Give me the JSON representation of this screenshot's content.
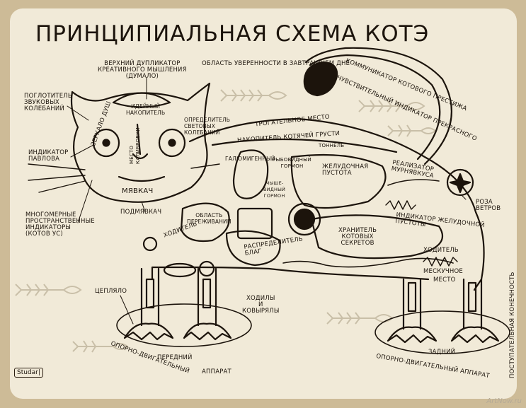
{
  "title": "ПРИНЦИПИАЛЬНАЯ СХЕМА КОТЭ",
  "signature": "Studar|",
  "watermark": "ArtNow.ru",
  "colors": {
    "background": "#e9dfc8",
    "paper": "#f1ead8",
    "ink": "#1c140c",
    "border": "#c9b896"
  },
  "labels": {
    "verkhniy_duplikator": "ВЕРХНИЙ ДУПЛИКАТОР\nКРЕАТИВНОГО МЫШЛЕНИЯ\n(ДУМАЛО)",
    "oblast_uverennosti": "ОБЛАСТЬ УВЕРЕННОСТИ В ЗАВТРАШНЕМ ДНЕ",
    "kommunikator": "КОММУНИКАТОР КОТОВОГО ПРЕСТИЖА",
    "chuvstvitelny_indikator": "ЧУВСТВИТЕЛЬНЫЙ ИНДИКАТОР ПРЕКРАСНОГО",
    "poglotitel": "ПОГЛОТИТЕЛЬ\nЗВУКОВЫХ\nКОЛЕБАНИЙ",
    "ideyny_nakopitel": "ИДЕЙНЫЙ\nНАКОПИТЕЛЬ",
    "zerkalo_dush": "ЗЕРКАЛО ДУШ",
    "mesto_kalibrovki": "МЕСТО\nКАЛИБРОВКИ",
    "opredelitel": "ОПРЕДЕЛИТЕЛЬ\nСВЕТОВЫХ\nКОЛЕБАНИЙ",
    "trogatelnoe_mesto": "ТРОГАТЕЛЬНОЕ МЕСТО",
    "nakopitel_grusti": "НАКОПИТЕЛЬ КОТЯЧЕЙ ГРУСТИ",
    "tonnel": "ТОННЕЛЬ",
    "indikator_pavlova": "ИНДИКАТОР\nПАВЛОВА",
    "myavkach": "МЯВКАЧ",
    "galyumigenny": "ГАЛЮМИГЕННЫЙ",
    "rybovidny_gormon": "РЫБОВИДНЫЙ\nГОРМОН",
    "myshevidny_gormon": "МЫШЕ-\nВИДНЫЙ\nГОРМОН",
    "zheludochnaya_pustota": "ЖЕЛУДОЧНАЯ\nПУСТОТА",
    "realizator": "РЕАЛИЗАТОР\nМУРНЯВКУСА",
    "mnogomernye": "МНОГОМЕРНЫЕ\nПРОСТРАНСТВЕННЫЕ\nИНДИКАТОРЫ\n(КОТОВ УС)",
    "podmyavkach": "ПОДМЯВКАЧ",
    "oblast_perezhivaniy": "ОБЛАСТЬ\nПЕРЕЖИВАНИЙ",
    "roza_vetrov": "РОЗА\nВЕТРОВ",
    "indikator_zheludochnoy": "ИНДИКАТОР ЖЕЛУДОЧНОЙ\nПУСТОТЫ",
    "khranitel": "ХРАНИТЕЛЬ\nКОТОВЫХ\nСЕКРЕТОВ",
    "raspredelitel": "РАСПРЕДЕЛИТЕЛЬ\nБЛАГ",
    "khoditel_left": "ХОДИТЕЛЬ",
    "khoditel_right": "ХОДИТЕЛЬ",
    "meskuchnoe": "МЕСКУЧНОЕ",
    "mesto": "МЕСТО",
    "postupatelnaya": "ПОСТУПАТЕЛЬНАЯ КОНЕЧНОСТЬ",
    "tseplyalo": "ЦЕПЛЯЛО",
    "khodily": "ХОДИЛЫ\nИ\nКОВЫРЯЛЫ",
    "peredniy": "ПЕРЕДНИЙ",
    "zadniy": "ЗАДНИЙ",
    "oporno_front": "ОПОРНО-ДВИГАТЕЛЬНЫЙ",
    "apparat_front": "АППАРАТ",
    "oporno_back": "ОПОРНО-ДВИГАТЕЛЬНЫЙ АППАРАТ"
  }
}
